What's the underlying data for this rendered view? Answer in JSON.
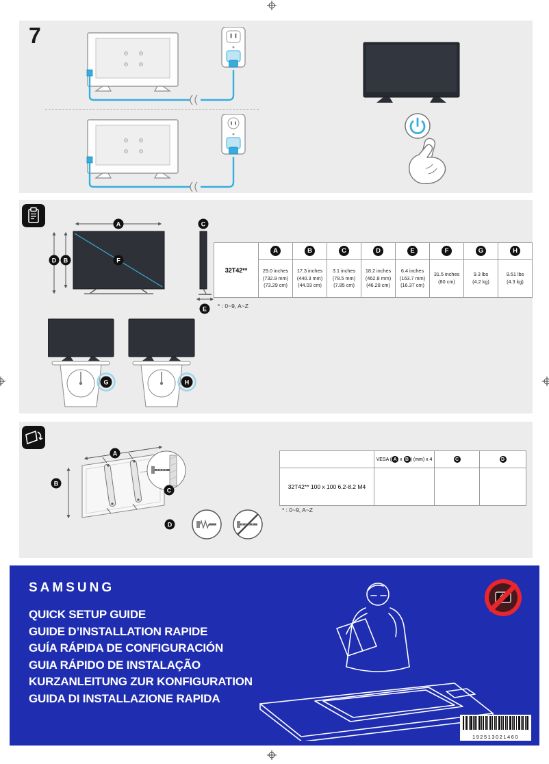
{
  "colors": {
    "samsung_blue": "#1f2db0",
    "panel_gray": "#ececec",
    "accent_cyan": "#35aede",
    "prohibition_red": "#e8262d"
  },
  "letters": {
    "a": "A",
    "b": "B",
    "c": "C",
    "d": "D",
    "e": "E",
    "f": "F",
    "g": "G",
    "h": "H"
  },
  "step": {
    "number": "7"
  },
  "dimensions": {
    "table": {
      "model": "32T42**",
      "values": [
        "29.0 inches\n(732.9 mm)\n(73.29 cm)",
        "17.3 inches\n(440.3 mm)\n(44.03 cm)",
        "3.1 inches\n(78.5 mm)\n(7.85 cm)",
        "18.2 inches\n(462.8 mm)\n(46.28 cm)",
        "6.4 inches\n(163.7 mm)\n(16.37 cm)",
        "31.5 inches\n(80 cm)",
        "9.3 lbs\n(4.2 kg)",
        "9.51 lbs\n(4.3 kg)"
      ],
      "note": "* : 0~9, A~Z"
    }
  },
  "wall_mount": {
    "table": {
      "header": {
        "prefix": "VESA (",
        "x": "x",
        "suffix": ") (mm) x 4"
      },
      "row": "32T42** 100 x 100 6.2-8.2 M4",
      "note": "* : 0~9, A~Z"
    }
  },
  "footer": {
    "brand": "SAMSUNG",
    "titles": [
      "QUICK SETUP GUIDE",
      "GUIDE D’INSTALLATION RAPIDE",
      "GUÍA RÁPIDA DE CONFIGURACIÓN",
      "GUIA RÁPIDO DE INSTALAÇÃO",
      "KURZANLEITUNG ZUR KONFIGURATION",
      "GUIDA DI INSTALLAZIONE RAPIDA"
    ],
    "barcode_number": "192513021460"
  }
}
